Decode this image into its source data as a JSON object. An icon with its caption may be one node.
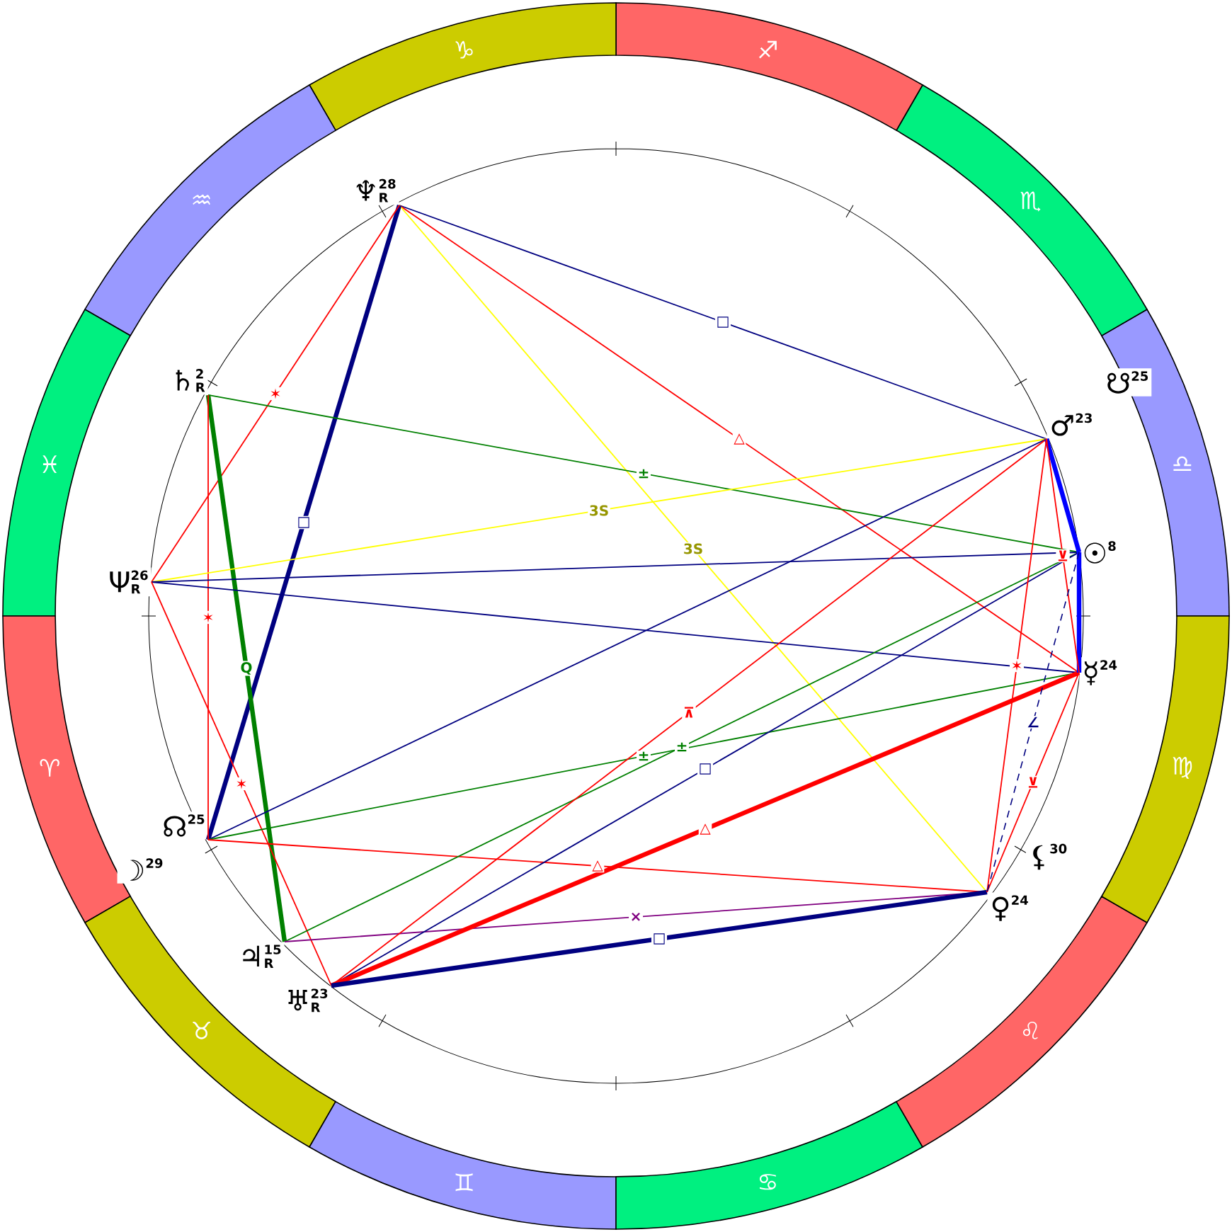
{
  "diagram": {
    "nodes": [
      {
        "text": [
          "♆",
          "28",
          "R"
        ]
      },
      {
        "text": [
          "♄",
          "2",
          "R"
        ]
      },
      {
        "text": [
          "Ψ",
          "26",
          "R"
        ]
      },
      {
        "text": [
          "☊",
          "25"
        ]
      },
      {
        "text": [
          "☽",
          "29"
        ]
      },
      {
        "text": [
          "♃",
          "15",
          "R"
        ]
      },
      {
        "text": [
          "♅",
          "23",
          "R"
        ]
      },
      {
        "text": [
          "♀",
          "24"
        ]
      },
      {
        "text": [
          "⚸",
          "30"
        ]
      },
      {
        "text": [
          "☿",
          "24"
        ]
      },
      {
        "text": [
          "☉",
          "8"
        ]
      },
      {
        "text": [
          "♂",
          "23"
        ]
      },
      {
        "text": [
          "☋",
          "25"
        ]
      }
    ],
    "edges": [
      {
        "from": 0,
        "to": 11,
        "arrow": "none",
        "label": "□",
        "color": "#000080"
      },
      {
        "from": 0,
        "to": 9,
        "arrow": "none",
        "label": "△"
      },
      {
        "from": 0,
        "to": 7,
        "arrow": "none",
        "label": "3S",
        "color": "#ffff00"
      },
      {
        "from": 0,
        "to": 3,
        "arrow": "none",
        "label": "□",
        "style": "thick",
        "color": "#000080"
      },
      {
        "from": 0,
        "to": 2,
        "arrow": "none",
        "label": "✶"
      },
      {
        "from": 1,
        "to": 10,
        "arrow": "none",
        "label": "±",
        "color": "#008000"
      },
      {
        "from": 1,
        "to": 5,
        "arrow": "none",
        "label": "Q",
        "style": "thick",
        "color": "#008000"
      },
      {
        "from": 1,
        "to": 3,
        "arrow": "none",
        "label": "✶"
      },
      {
        "from": 2,
        "to": 11,
        "arrow": "none",
        "label": "3S",
        "color": "#ffff00"
      },
      {
        "from": 2,
        "to": 10,
        "arrow": "none",
        "color": "#000080"
      },
      {
        "from": 2,
        "to": 9,
        "arrow": "none",
        "color": "#000080"
      },
      {
        "from": 2,
        "to": 6,
        "arrow": "none",
        "label": "✶"
      },
      {
        "from": 3,
        "to": 11,
        "arrow": "none",
        "color": "#000080"
      },
      {
        "from": 3,
        "to": 9,
        "arrow": "none",
        "label": "±",
        "color": "#008000"
      },
      {
        "from": 3,
        "to": 7,
        "arrow": "none",
        "label": "△"
      },
      {
        "from": 5,
        "to": 10,
        "arrow": "none",
        "label": "±",
        "color": "#008000"
      },
      {
        "from": 5,
        "to": 7,
        "arrow": "none",
        "label": "×",
        "color": "#800080"
      },
      {
        "from": 6,
        "to": 11,
        "arrow": "none",
        "label": "⊼"
      },
      {
        "from": 6,
        "to": 10,
        "arrow": "none",
        "label": "□",
        "color": "#000080"
      },
      {
        "from": 6,
        "to": 9,
        "arrow": "none",
        "label": "△",
        "style": "thick"
      },
      {
        "from": 6,
        "to": 7,
        "arrow": "none",
        "label": "□",
        "style": "thick",
        "color": "#000080"
      },
      {
        "from": 11,
        "to": 10,
        "arrow": "none",
        "style": "thick",
        "color": "#0000ff"
      },
      {
        "from": 10,
        "to": 9,
        "arrow": "none",
        "style": "thick",
        "color": "#0000ff"
      },
      {
        "from": 11,
        "to": 9,
        "arrow": "none",
        "label": "⊻"
      },
      {
        "from": 11,
        "to": 7,
        "arrow": "none",
        "label": "✶"
      },
      {
        "from": 9,
        "to": 7,
        "arrow": "none",
        "label": "⊻"
      },
      {
        "from": 10,
        "to": 7,
        "arrow": "none",
        "label": "∠",
        "style": "dashed",
        "color": "#000080"
      }
    ],
    "labels": [
      "♑",
      "♐",
      "♒",
      "♏",
      "♓",
      "♎",
      "♈",
      "♍",
      "♉",
      "♌",
      "♊",
      "♋"
    ]
  }
}
